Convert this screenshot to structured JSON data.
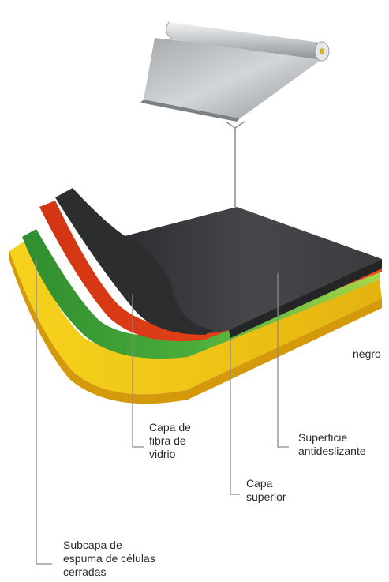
{
  "diagram": {
    "roll_component": "rollo de material plateado",
    "labels": {
      "negro": "negro",
      "fibra": [
        "Capa de",
        "fibra de",
        "vidrio"
      ],
      "superficie": [
        "Superficie",
        "antideslizante"
      ],
      "superior": [
        "Capa",
        "superior"
      ],
      "subcapa": [
        "Subcapa de",
        "espuma de células",
        "cerradas"
      ]
    },
    "colors": {
      "roll_light": "#d7dadb",
      "roll_mid": "#a9adb0",
      "roll_dark": "#7d8286",
      "black_layer": "#3b3c3e",
      "black_layer_edge": "#2a2b2c",
      "red_layer": "#e8411c",
      "green_layer": "#3fa63a",
      "green_light": "#9fd147",
      "yellow_layer": "#f2cf1a",
      "yellow_edge": "#d39b0c",
      "leader_line": "#8a8a8a"
    }
  }
}
